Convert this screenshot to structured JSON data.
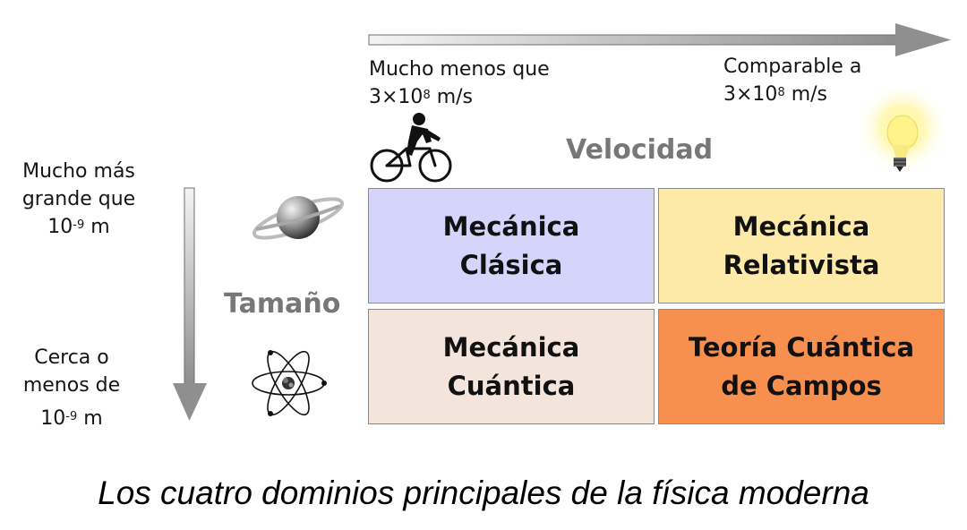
{
  "velocity_axis": {
    "title": "Velocidad",
    "low_label_line1": "Mucho menos que",
    "low_label_base": "3×10",
    "low_label_exp": "8",
    "low_label_unit": " m/s",
    "high_label_line1": "Comparable a",
    "high_label_base": "3×10",
    "high_label_exp": "8",
    "high_label_unit": " m/s"
  },
  "size_axis": {
    "title": "Tamaño",
    "large_label_line1": "Mucho más",
    "large_label_line2": "grande que",
    "large_label_base": "10",
    "large_label_exp": "-9",
    "large_label_unit": " m",
    "small_label_line1": "Cerca o",
    "small_label_line2": "menos de",
    "small_label_base": "10",
    "small_label_exp": "-9",
    "small_label_unit": " m"
  },
  "cells": {
    "classical": {
      "line1": "Mecánica",
      "line2": "Clásica",
      "color": "#d5d5fb"
    },
    "relativistic": {
      "line1": "Mecánica",
      "line2": "Relativista",
      "color": "#fde9a8"
    },
    "quantum": {
      "line1": "Mecánica",
      "line2": "Cuántica",
      "color": "#f4e5dc"
    },
    "qft": {
      "line1": "Teoría Cuántica",
      "line2": "de Campos",
      "color": "#f7904e"
    }
  },
  "icons": {
    "cyclist": "cyclist-icon",
    "lightbulb": "lightbulb-icon",
    "planet": "saturn-icon",
    "atom": "atom-icon"
  },
  "caption": "Los cuatro dominios principales de la física moderna"
}
